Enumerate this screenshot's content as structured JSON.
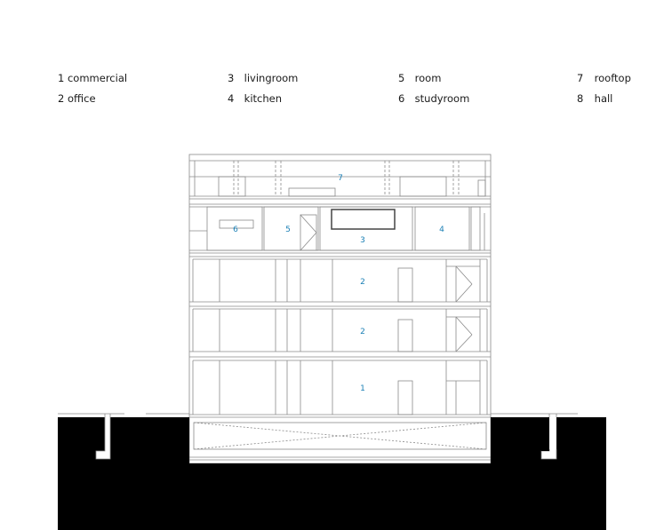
{
  "legend": [
    {
      "num": "1",
      "label": "commercial"
    },
    {
      "num": "2",
      "label": "office"
    },
    {
      "num": "3",
      "label": "livingroom"
    },
    {
      "num": "4",
      "label": "kitchen"
    },
    {
      "num": "5",
      "label": "room"
    },
    {
      "num": "6",
      "label": "studyroom"
    },
    {
      "num": "7",
      "label": "rooftop"
    },
    {
      "num": "8",
      "label": "hall"
    }
  ],
  "room_tags": {
    "rooftop": "7",
    "studyroom": "6",
    "room": "5",
    "livingroom": "3",
    "kitchen": "4",
    "office_upper": "2",
    "office_lower": "2",
    "commercial": "1"
  },
  "colors": {
    "line": "#8a8a8a",
    "ground": "#000000",
    "tag": "#1a7fb5",
    "text": "#1a1a1a"
  }
}
